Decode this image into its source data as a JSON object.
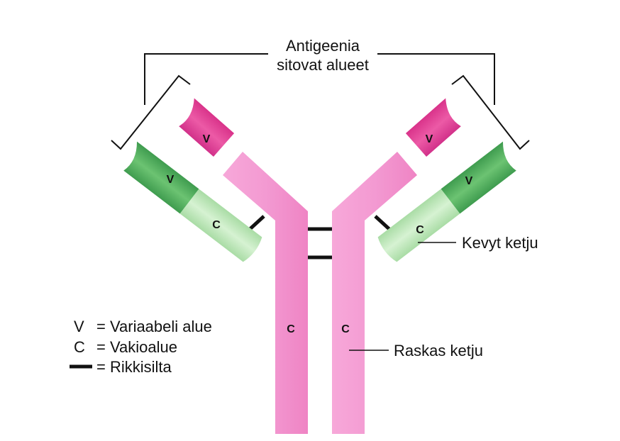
{
  "labels": {
    "antigen_line1": "Antigeenia",
    "antigen_line2": "sitovat alueet",
    "light_chain": "Kevyt ketju",
    "heavy_chain": "Raskas ketju"
  },
  "segments": {
    "variable": "V",
    "constant": "C"
  },
  "legend": {
    "v_key": "V",
    "v_desc": "= Variaabeli alue",
    "c_key": "C",
    "c_desc": "= Vakioalue",
    "bond_desc": "= Rikkisilta"
  },
  "colors": {
    "heavy_variable": "#e0459a",
    "heavy_constant": "#f48fcd",
    "light_variable": "#52ad5f",
    "light_constant": "#b9e6b4",
    "bond": "#111111"
  }
}
